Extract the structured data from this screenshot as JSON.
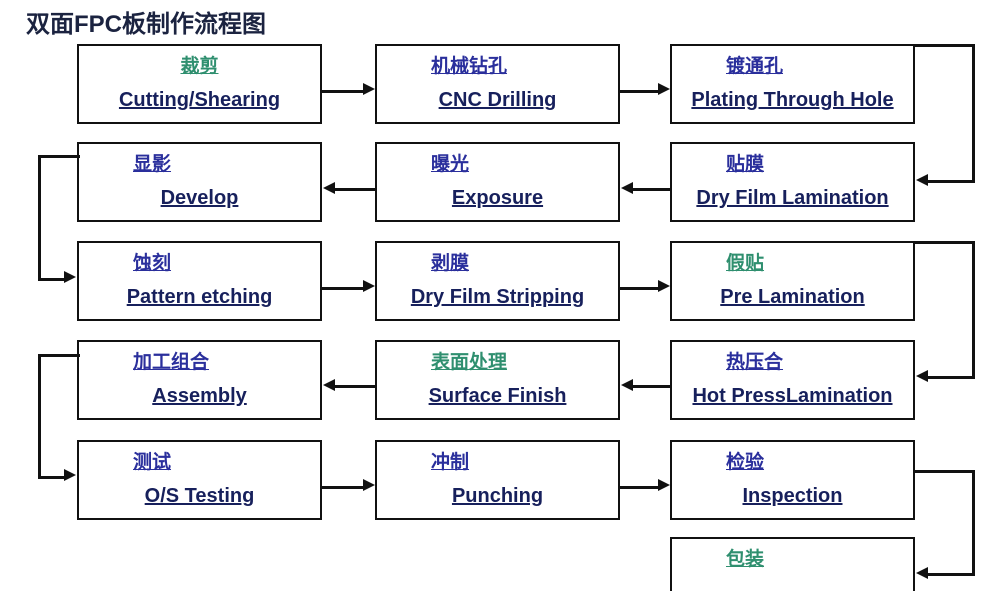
{
  "title": "双面FPC板制作流程图",
  "colors": {
    "border": "#111111",
    "english_text": "#17205c",
    "chinese_blue": "#2a2f9c",
    "chinese_green": "#2f8f6f",
    "title": "#1b2340",
    "background": "#ffffff"
  },
  "nodes": [
    {
      "id": "cutting",
      "cn": "裁剪",
      "en": "Cutting/Shearing",
      "cn_color": "green",
      "row": 1,
      "col": 1
    },
    {
      "id": "cnc-drilling",
      "cn": "机械钻孔",
      "en": "CNC Drilling",
      "cn_color": "blue",
      "row": 1,
      "col": 2
    },
    {
      "id": "plating",
      "cn": "镀通孔",
      "en": "Plating Through Hole",
      "cn_color": "blue",
      "row": 1,
      "col": 3
    },
    {
      "id": "develop",
      "cn": "显影",
      "en": "Develop",
      "cn_color": "blue",
      "row": 2,
      "col": 1
    },
    {
      "id": "exposure",
      "cn": "曝光",
      "en": "Exposure",
      "cn_color": "blue",
      "row": 2,
      "col": 2
    },
    {
      "id": "dry-film-lam",
      "cn": "贴膜",
      "en": "Dry Film Lamination",
      "cn_color": "blue",
      "row": 2,
      "col": 3
    },
    {
      "id": "pattern-etch",
      "cn": "蚀刻",
      "en": "Pattern etching",
      "cn_color": "blue",
      "row": 3,
      "col": 1
    },
    {
      "id": "dry-film-strip",
      "cn": "剥膜",
      "en": "Dry Film Stripping",
      "cn_color": "blue",
      "row": 3,
      "col": 2
    },
    {
      "id": "pre-lamination",
      "cn": "假贴",
      "en": " Pre Lamination",
      "cn_color": "green",
      "row": 3,
      "col": 3
    },
    {
      "id": "assembly",
      "cn": "加工组合",
      "en": "Assembly",
      "cn_color": "blue",
      "row": 4,
      "col": 1
    },
    {
      "id": "surface-finish",
      "cn": "表面处理",
      "en": "Surface  Finish",
      "cn_color": "green",
      "row": 4,
      "col": 2
    },
    {
      "id": "hot-press",
      "cn": "热压合",
      "en": "Hot PressLamination",
      "cn_color": "blue",
      "row": 4,
      "col": 3
    },
    {
      "id": "os-testing",
      "cn": "测试",
      "en": "O/S Testing",
      "cn_color": "blue",
      "row": 5,
      "col": 1
    },
    {
      "id": "punching",
      "cn": "冲制",
      "en": "Punching",
      "cn_color": "blue",
      "row": 5,
      "col": 2
    },
    {
      "id": "inspection",
      "cn": "检验",
      "en": "Inspection",
      "cn_color": "blue",
      "row": 5,
      "col": 3
    },
    {
      "id": "packing",
      "cn": "包装",
      "en": "",
      "cn_color": "green",
      "row": 6,
      "col": 3
    }
  ],
  "flow_order": [
    "cutting",
    "cnc-drilling",
    "plating",
    "dry-film-lam",
    "exposure",
    "develop",
    "pattern-etch",
    "dry-film-strip",
    "pre-lamination",
    "hot-press",
    "surface-finish",
    "assembly",
    "os-testing",
    "punching",
    "inspection",
    "packing"
  ]
}
